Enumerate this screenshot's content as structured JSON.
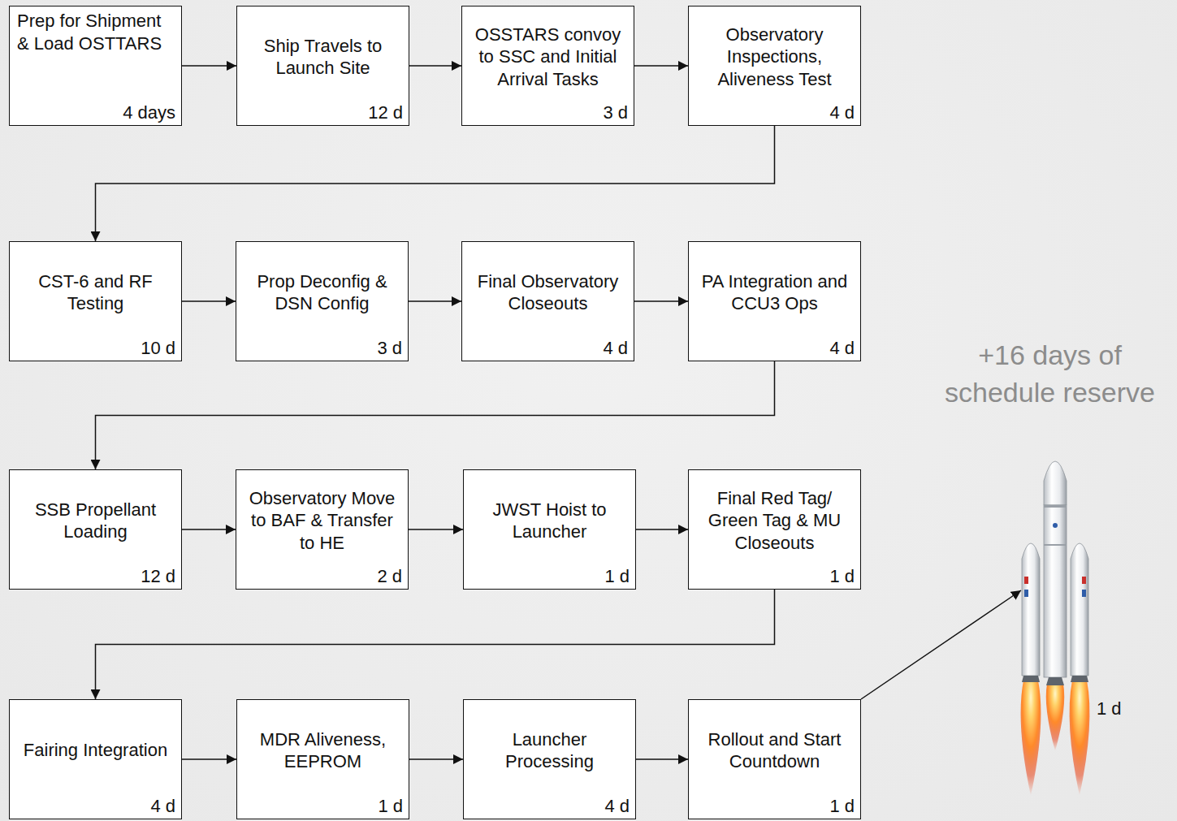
{
  "diagram": {
    "nodes": [
      {
        "text": [
          "Prep for Shipment & Load OSTTARS",
          "4 days"
        ]
      },
      {
        "text": [
          "Ship Travels to Launch Site",
          "12 d"
        ]
      },
      {
        "text": [
          "OSSTARS convoy to SSC and Initial Arrival Tasks",
          "3 d"
        ]
      },
      {
        "text": [
          "Observatory Inspections, Aliveness Test",
          "4 d"
        ]
      },
      {
        "text": [
          "CST-6 and RF Testing",
          "10 d"
        ]
      },
      {
        "text": [
          "Prop Deconfig & DSN Config",
          "3 d"
        ]
      },
      {
        "text": [
          "Final Observatory Closeouts",
          "4 d"
        ]
      },
      {
        "text": [
          "PA Integration and CCU3 Ops",
          "4 d"
        ]
      },
      {
        "text": [
          "SSB Propellant Loading",
          "12 d"
        ]
      },
      {
        "text": [
          "Observatory Move to BAF & Transfer to HE",
          "2 d"
        ]
      },
      {
        "text": [
          "JWST Hoist to Launcher",
          "1 d"
        ]
      },
      {
        "text": [
          "Final Red Tag/ Green Tag & MU Closeouts",
          "1 d"
        ]
      },
      {
        "text": [
          "Fairing Integration",
          "4 d"
        ]
      },
      {
        "text": [
          "MDR Aliveness, EEPROM",
          "1 d"
        ]
      },
      {
        "text": [
          "Launcher Processing",
          "4 d"
        ]
      },
      {
        "text": [
          "Rollout and Start Countdown",
          "1 d"
        ]
      },
      {
        "text": [
          "1 d"
        ]
      }
    ],
    "edges": [
      {
        "from": 0,
        "to": 1,
        "arrow": "to"
      },
      {
        "from": 1,
        "to": 2,
        "arrow": "to"
      },
      {
        "from": 2,
        "to": 3,
        "arrow": "to"
      },
      {
        "from": 3,
        "to": 4,
        "arrow": "to"
      },
      {
        "from": 4,
        "to": 5,
        "arrow": "to"
      },
      {
        "from": 5,
        "to": 6,
        "arrow": "to"
      },
      {
        "from": 6,
        "to": 7,
        "arrow": "to"
      },
      {
        "from": 7,
        "to": 8,
        "arrow": "to"
      },
      {
        "from": 8,
        "to": 9,
        "arrow": "to"
      },
      {
        "from": 9,
        "to": 10,
        "arrow": "to"
      },
      {
        "from": 10,
        "to": 11,
        "arrow": "to"
      },
      {
        "from": 11,
        "to": 12,
        "arrow": "to"
      },
      {
        "from": 12,
        "to": 13,
        "arrow": "to"
      },
      {
        "from": 13,
        "to": 14,
        "arrow": "to"
      },
      {
        "from": 14,
        "to": 15,
        "arrow": "to"
      },
      {
        "from": 15,
        "to": 16,
        "arrow": "to"
      }
    ],
    "labels": [
      "+16 days of schedule reserve"
    ]
  }
}
